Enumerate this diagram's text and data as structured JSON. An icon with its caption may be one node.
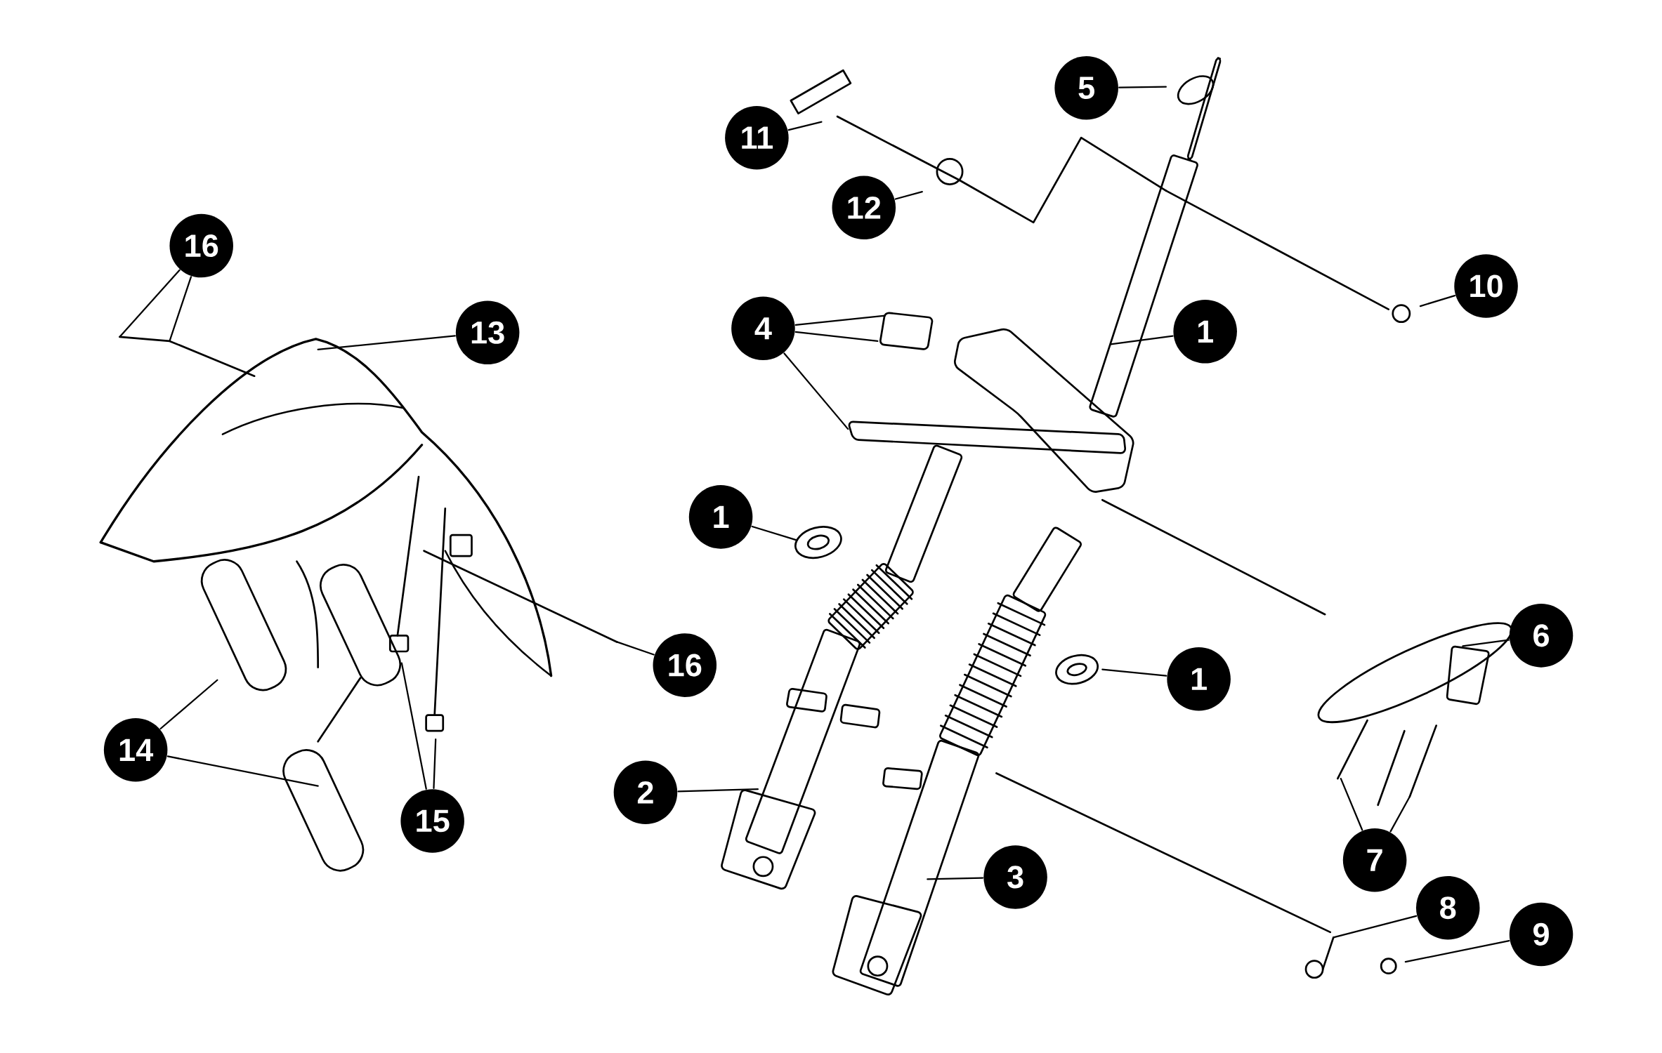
{
  "diagram": {
    "nodes": [
      {
        "text": [
          "16"
        ]
      },
      {
        "text": [
          "13"
        ]
      },
      {
        "text": [
          "14"
        ]
      },
      {
        "text": [
          "15"
        ]
      },
      {
        "text": [
          "16"
        ]
      },
      {
        "text": [
          "11"
        ]
      },
      {
        "text": [
          "12"
        ]
      },
      {
        "text": [
          "5"
        ]
      },
      {
        "text": [
          "10"
        ]
      },
      {
        "text": [
          "4"
        ]
      },
      {
        "text": [
          "1"
        ]
      },
      {
        "text": [
          "1"
        ]
      },
      {
        "text": [
          "1"
        ]
      },
      {
        "text": [
          "6"
        ]
      },
      {
        "text": [
          "2"
        ]
      },
      {
        "text": [
          "3"
        ]
      },
      {
        "text": [
          "7"
        ]
      },
      {
        "text": [
          "8"
        ]
      },
      {
        "text": [
          "9"
        ]
      }
    ],
    "edges": [
      {
        "from": 0,
        "to": null,
        "arrow": "none"
      },
      {
        "from": 0,
        "to": null,
        "arrow": "none"
      },
      {
        "from": 1,
        "to": null,
        "arrow": "none"
      },
      {
        "from": 2,
        "to": null,
        "arrow": "none"
      },
      {
        "from": 2,
        "to": null,
        "arrow": "none"
      },
      {
        "from": 3,
        "to": null,
        "arrow": "none"
      },
      {
        "from": 3,
        "to": null,
        "arrow": "none"
      },
      {
        "from": 4,
        "to": null,
        "arrow": "none"
      },
      {
        "from": 5,
        "to": null,
        "arrow": "none"
      },
      {
        "from": 6,
        "to": null,
        "arrow": "none"
      },
      {
        "from": 7,
        "to": null,
        "arrow": "none"
      },
      {
        "from": 8,
        "to": null,
        "arrow": "none"
      },
      {
        "from": 9,
        "to": null,
        "arrow": "none"
      },
      {
        "from": 9,
        "to": null,
        "arrow": "none"
      },
      {
        "from": 9,
        "to": null,
        "arrow": "none"
      },
      {
        "from": 10,
        "to": null,
        "arrow": "none"
      },
      {
        "from": 11,
        "to": null,
        "arrow": "none"
      },
      {
        "from": 12,
        "to": null,
        "arrow": "none"
      },
      {
        "from": 13,
        "to": null,
        "arrow": "none"
      },
      {
        "from": 14,
        "to": null,
        "arrow": "none"
      },
      {
        "from": 15,
        "to": null,
        "arrow": "none"
      },
      {
        "from": 16,
        "to": null,
        "arrow": "none"
      },
      {
        "from": 16,
        "to": null,
        "arrow": "none"
      },
      {
        "from": 17,
        "to": null,
        "arrow": "none"
      },
      {
        "from": 18,
        "to": null,
        "arrow": "none"
      }
    ]
  }
}
